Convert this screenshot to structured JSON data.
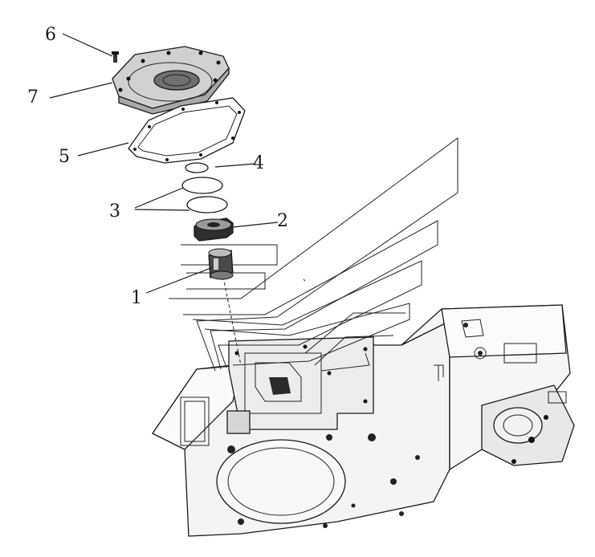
{
  "callouts": [
    {
      "id": "6",
      "text": "6"
    },
    {
      "id": "7",
      "text": "7"
    },
    {
      "id": "5",
      "text": "5"
    },
    {
      "id": "4",
      "text": "4"
    },
    {
      "id": "3",
      "text": "3"
    },
    {
      "id": "2",
      "text": "2"
    },
    {
      "id": "1",
      "text": "1"
    }
  ]
}
